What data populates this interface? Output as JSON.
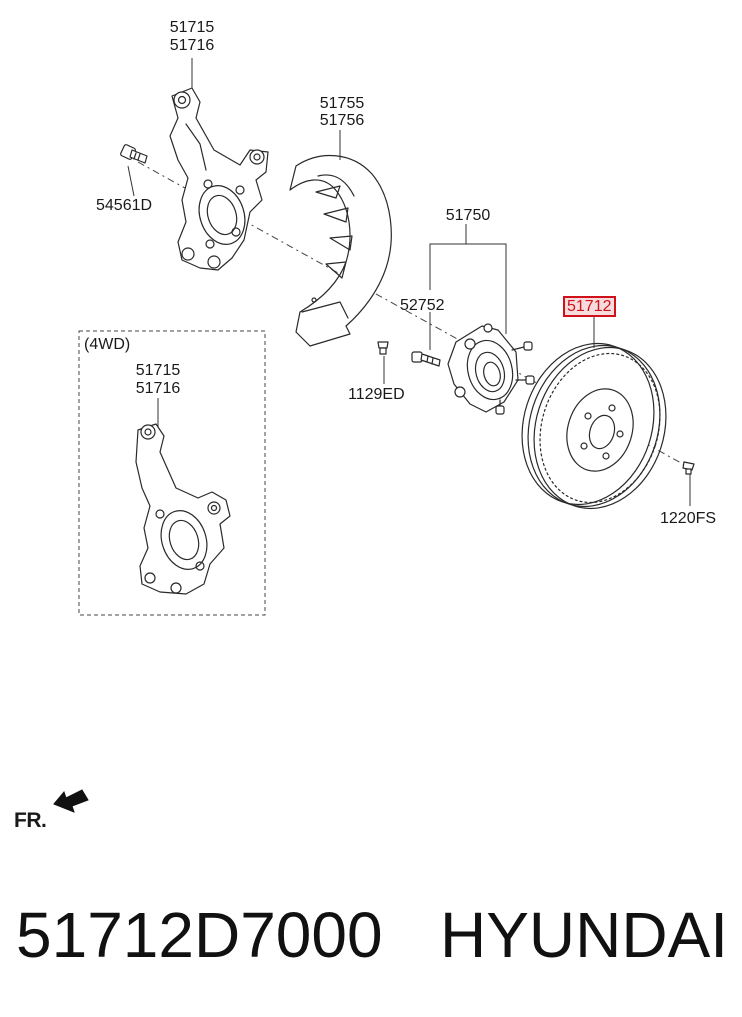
{
  "diagram": {
    "callouts": {
      "knuckle_a_1": "51715",
      "knuckle_a_2": "51716",
      "bolt_knuckle": "54561D",
      "dust_cover_1": "51755",
      "dust_cover_2": "51756",
      "cover_screw": "1129ED",
      "hub_assembly": "51750",
      "hub_bolt": "52752",
      "brake_disc": "51712",
      "disc_screw": "1220FS",
      "wd_knuckle_1": "51715",
      "wd_knuckle_2": "51716"
    },
    "variant_box_label": "(4WD)",
    "front_marker": "FR.",
    "highlighted_part": "51712",
    "highlight_color": "#d0101a"
  },
  "footer": {
    "part_number": "51712D7000",
    "brand": "HYUNDAI"
  }
}
